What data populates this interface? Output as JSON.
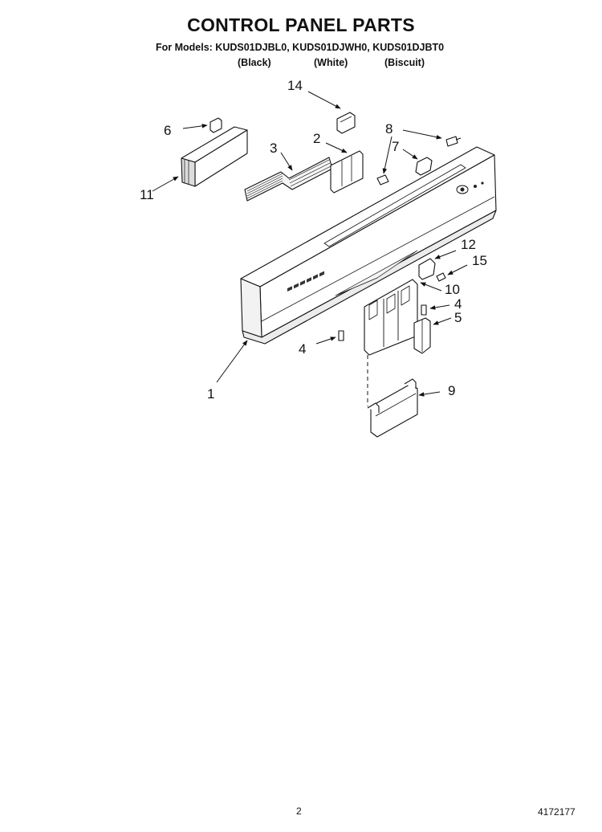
{
  "header": {
    "title": "CONTROL PANEL PARTS",
    "models_line": "For Models: KUDS01DJBL0, KUDS01DJWH0, KUDS01DJBT0",
    "colors": [
      "(Black)",
      "(White)",
      "(Biscuit)"
    ]
  },
  "callouts": [
    "14",
    "6",
    "8",
    "2",
    "3",
    "7",
    "11",
    "12",
    "15",
    "10",
    "4",
    "5",
    "4",
    "1",
    "9"
  ],
  "footer": {
    "page_number": "2",
    "doc_code": "4172177"
  }
}
